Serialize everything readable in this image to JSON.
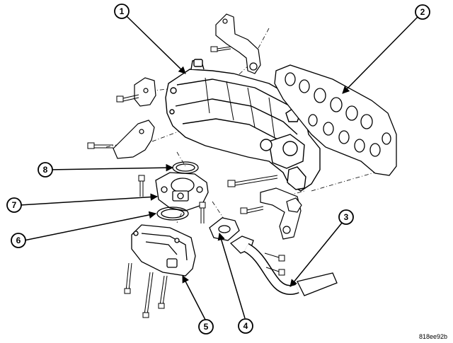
{
  "diagram": {
    "figure_id": "818ee92b",
    "callouts": [
      {
        "id": "callout-1",
        "label": "1"
      },
      {
        "id": "callout-2",
        "label": "2"
      },
      {
        "id": "callout-3",
        "label": "3"
      },
      {
        "id": "callout-4",
        "label": "4"
      },
      {
        "id": "callout-5",
        "label": "5"
      },
      {
        "id": "callout-6",
        "label": "6"
      },
      {
        "id": "callout-7",
        "label": "7"
      },
      {
        "id": "callout-8",
        "label": "8"
      }
    ]
  },
  "colors": {
    "ink": "#000000",
    "paper": "#ffffff"
  }
}
